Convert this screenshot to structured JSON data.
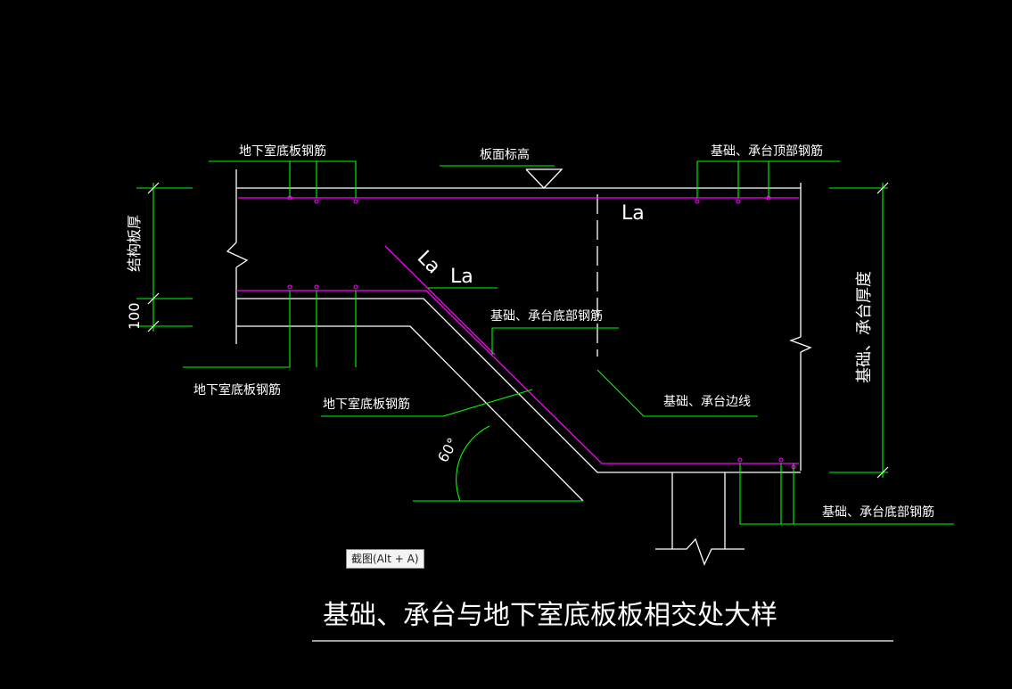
{
  "drawing": {
    "title": "基础、承台与地下室底板板相交处大样",
    "labels": {
      "top_left_rebar": "地下室底板钢筋",
      "slab_top_elevation": "板面标高",
      "top_right_rebar": "基础、承台顶部钢筋",
      "la_right": "La",
      "la_slope": "La",
      "la_mid": "La",
      "foundation_bottom_rebar_mid": "基础、承台底部钢筋",
      "bottom_left_rebar": "地下室底板钢筋",
      "mid_slab_rebar": "地下室底板钢筋",
      "edge_line": "基础、承台边线",
      "bottom_right_rebar": "基础、承台底部钢筋",
      "angle": "60°",
      "left_dim_upper": "结构板厚",
      "left_dim_lower": "100",
      "right_dim": "基础、承台厚度"
    },
    "colors": {
      "background": "#000000",
      "structure": "#ffffff",
      "rebar": "#ff00ff",
      "leader": "#00ff00",
      "text": "#ffffff"
    }
  },
  "tooltip": {
    "text": "截图(Alt + A)"
  }
}
